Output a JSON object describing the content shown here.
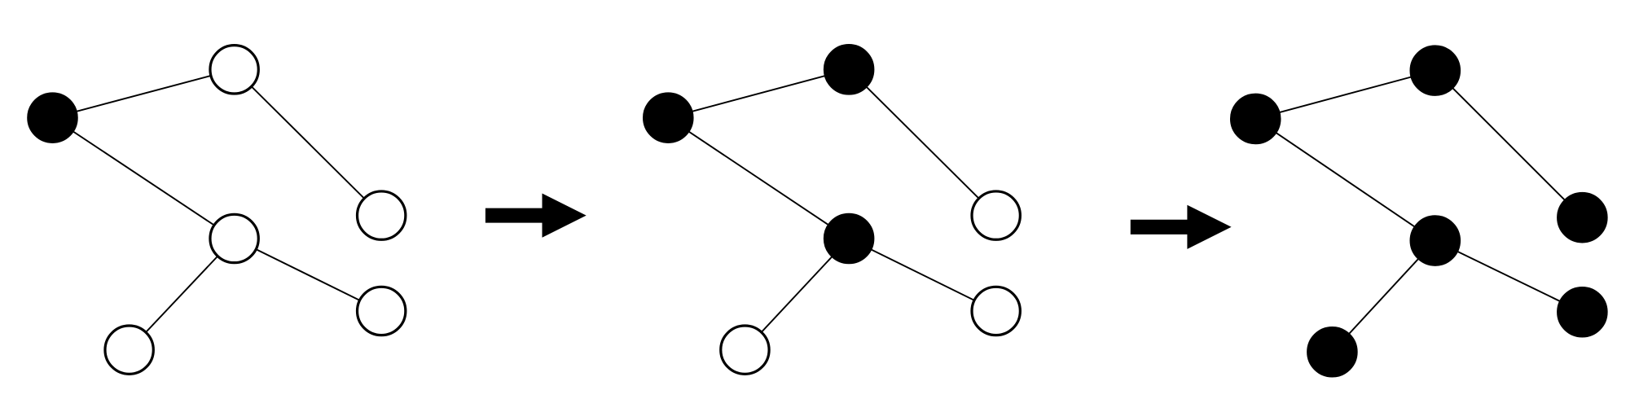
{
  "colors": {
    "filled": "#000000",
    "empty": "#ffffff",
    "stroke": "#000000",
    "background": "#ffffff"
  },
  "edges": [
    [
      "A",
      "B"
    ],
    [
      "B",
      "C"
    ],
    [
      "A",
      "D"
    ],
    [
      "D",
      "E"
    ],
    [
      "D",
      "F"
    ]
  ],
  "stages": [
    {
      "filled": {
        "A": true,
        "B": false,
        "C": false,
        "D": false,
        "E": false,
        "F": false
      }
    },
    {
      "filled": {
        "A": true,
        "B": true,
        "C": false,
        "D": true,
        "E": false,
        "F": false
      }
    },
    {
      "filled": {
        "A": true,
        "B": true,
        "C": true,
        "D": true,
        "E": true,
        "F": true
      }
    }
  ],
  "arrows": [
    {
      "icon": "right-arrow-icon"
    },
    {
      "icon": "right-arrow-icon"
    }
  ]
}
